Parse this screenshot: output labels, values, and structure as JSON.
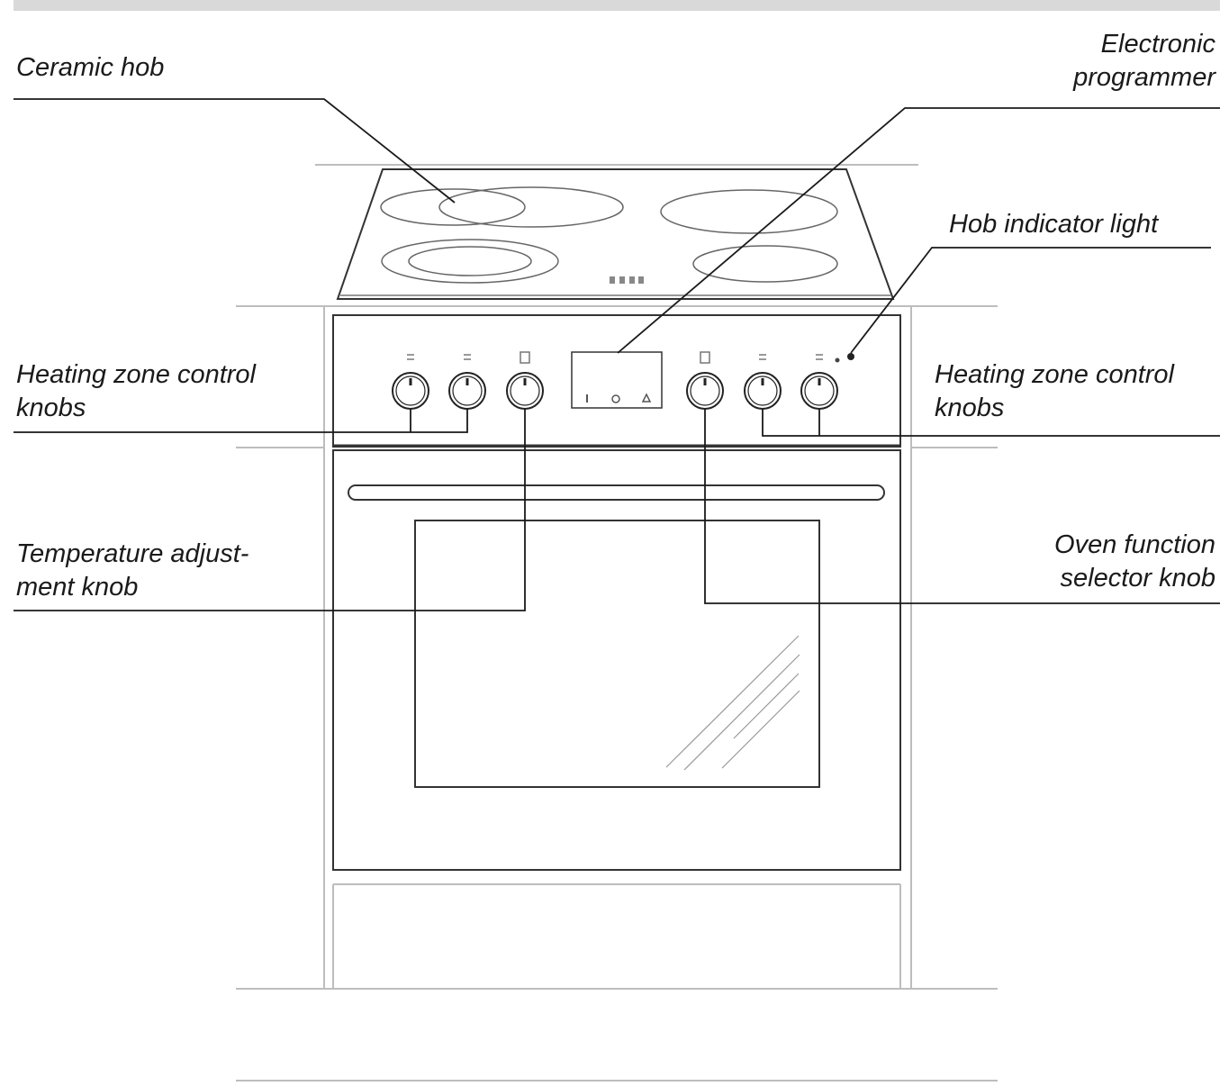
{
  "labels": {
    "ceramic_hob": "Ceramic hob",
    "electronic_programmer": [
      "Electronic",
      "programmer"
    ],
    "hob_indicator_light": "Hob indicator light",
    "heating_zone_left": [
      "Heating zone control",
      "knobs"
    ],
    "heating_zone_right": [
      "Heating zone control",
      "knobs"
    ],
    "temperature_knob": [
      "Temperature adjust-",
      "ment knob"
    ],
    "oven_function_knob": [
      "Oven function",
      "selector knob"
    ]
  },
  "colors": {
    "line": "#1a1a1a",
    "thin": "#555555",
    "faint": "#bdbdbd",
    "top_bar": "#d9d9d9"
  }
}
